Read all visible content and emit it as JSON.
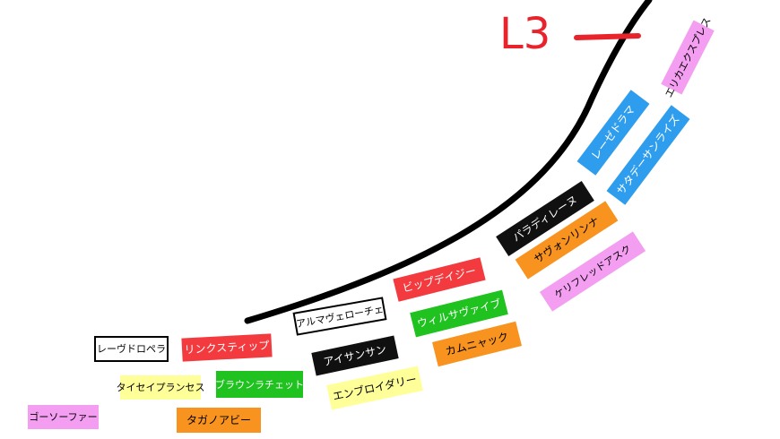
{
  "marker": {
    "label": "L3",
    "color": "#e8232b"
  },
  "horses": [
    {
      "id": "eri",
      "name": "エリカエクスプレス",
      "color": "pink"
    },
    {
      "id": "reze",
      "name": "レーゼドラマ",
      "color": "blue"
    },
    {
      "id": "sata",
      "name": "サタデーサンライズ",
      "color": "blue"
    },
    {
      "id": "para",
      "name": "パラディレーヌ",
      "color": "black"
    },
    {
      "id": "sawo",
      "name": "サヴォンリンナ",
      "color": "orange"
    },
    {
      "id": "kuri",
      "name": "ケリフレッドアスク",
      "color": "pink"
    },
    {
      "id": "bipp",
      "name": "ビップデイジー",
      "color": "red"
    },
    {
      "id": "uiru",
      "name": "ウィルサヴァイブ",
      "color": "green"
    },
    {
      "id": "kamu",
      "name": "カムニャック",
      "color": "orange"
    },
    {
      "id": "aruma",
      "name": "アルマヴェローチェ",
      "color": "white"
    },
    {
      "id": "aisa",
      "name": "アイサンサン",
      "color": "black"
    },
    {
      "id": "enpu",
      "name": "エンブロイダリー",
      "color": "yellow"
    },
    {
      "id": "rere",
      "name": "レーヴドロペラ",
      "color": "white"
    },
    {
      "id": "rinku",
      "name": "リンクスティップ",
      "color": "red"
    },
    {
      "id": "taise",
      "name": "タイセイプランセス",
      "color": "yellow"
    },
    {
      "id": "buraun",
      "name": "ブラウンラチェット",
      "color": "green"
    },
    {
      "id": "tagano",
      "name": "タガノアビー",
      "color": "orange"
    },
    {
      "id": "goso",
      "name": "ゴーソーファー",
      "color": "pink"
    }
  ]
}
